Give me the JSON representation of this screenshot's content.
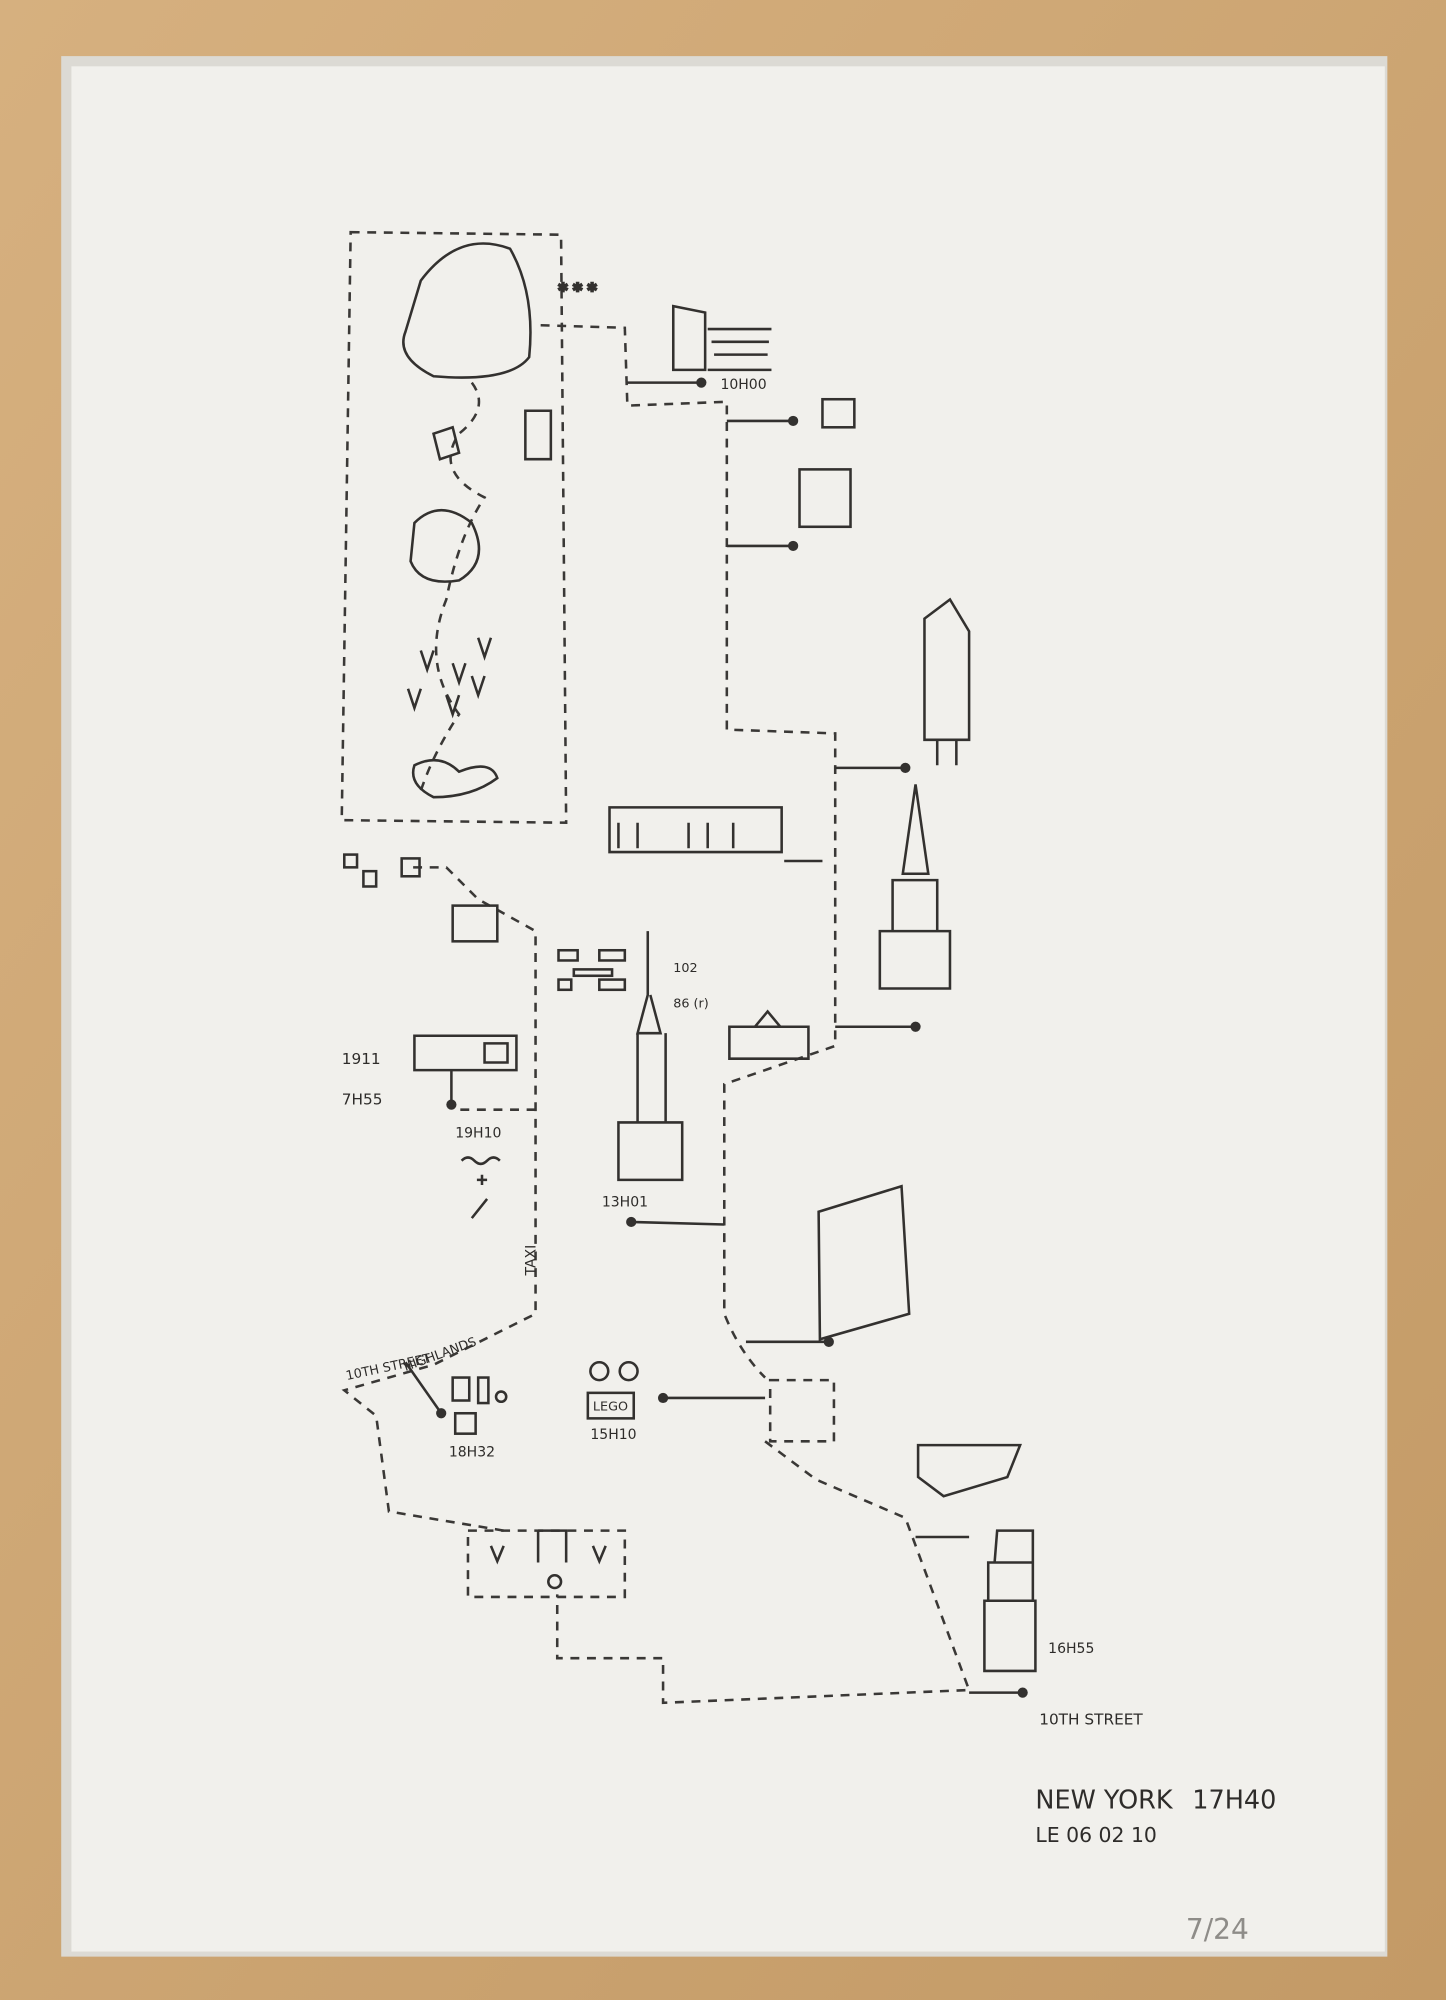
{
  "artwork": {
    "title": "NEW YORK",
    "end_time": "17H40",
    "date": "LE 06 02 10",
    "edition": "7/24"
  },
  "stops": {
    "guggenheim_time": "10H00",
    "year_1911": "1911",
    "time_7h55": "7H55",
    "time_19h10": "19H10",
    "empire_floor_top": "102",
    "empire_floor_obs": "86 (r)",
    "empire_time": "13H01",
    "taxi": "TAXI",
    "tenth_street_left": "10TH STREET",
    "highlands": "HIGHLANDS",
    "highlands_time": "18H32",
    "lego": "LEGO",
    "lego_time": "15H10",
    "new_museum_time": "16H55",
    "tenth_street_right": "10TH STREET"
  },
  "colors": {
    "frame": "#c9a373",
    "paper": "#f1f0ec",
    "ink": "#33312f"
  }
}
